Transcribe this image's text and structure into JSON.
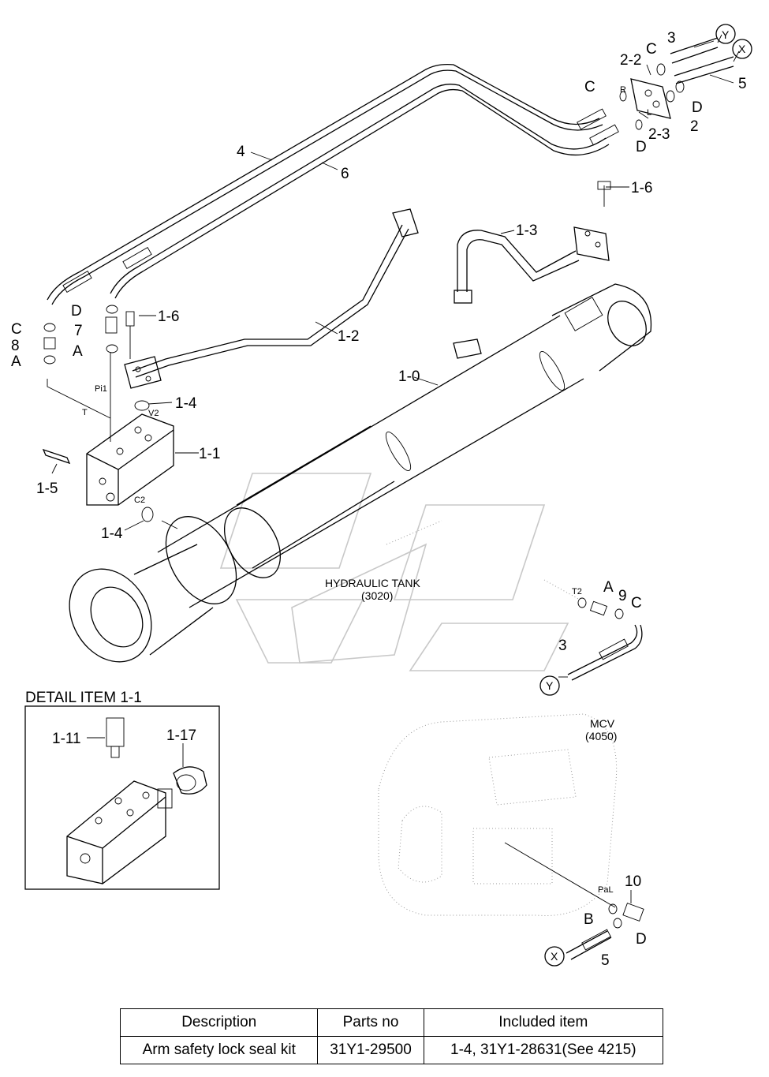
{
  "callouts": {
    "c_1_0": "1-0",
    "c_1_1": "1-1",
    "c_1_2": "1-2",
    "c_1_3": "1-3",
    "c_1_4a": "1-4",
    "c_1_4b": "1-4",
    "c_1_5": "1-5",
    "c_1_6a": "1-6",
    "c_1_6b": "1-6",
    "c_1_11": "1-11",
    "c_1_17": "1-17",
    "c_2": "2",
    "c_2_2": "2-2",
    "c_2_3": "2-3",
    "c_3a": "3",
    "c_3b": "3",
    "c_4": "4",
    "c_5a": "5",
    "c_5b": "5",
    "c_6": "6",
    "c_7": "7",
    "c_8": "8",
    "c_9": "9",
    "c_10": "10",
    "A1": "A",
    "A2": "A",
    "A3": "A",
    "B1": "B",
    "C1": "C",
    "C2": "C",
    "C3": "C",
    "C4": "C",
    "D1": "D",
    "D2": "D",
    "D3": "D",
    "D4": "D",
    "X1": "X",
    "X2": "X",
    "Y1": "Y",
    "Y2": "Y"
  },
  "ports": {
    "R": "R",
    "L": "L",
    "Pi1": "Pi1",
    "T": "T",
    "V2": "V2",
    "C2": "C2",
    "T2": "T2",
    "PaL": "PaL"
  },
  "components": {
    "hydraulic_tank": "HYDRAULIC TANK",
    "hydraulic_tank_ref": "(3020)",
    "mcv": "MCV",
    "mcv_ref": "(4050)",
    "detail_title": "DETAIL ITEM 1-1"
  },
  "parts_table": {
    "headers": [
      "Description",
      "Parts no",
      "Included item"
    ],
    "rows": [
      [
        "Arm safety lock seal kit",
        "31Y1-29500",
        "1-4, 31Y1-28631(See 4215)"
      ]
    ]
  }
}
